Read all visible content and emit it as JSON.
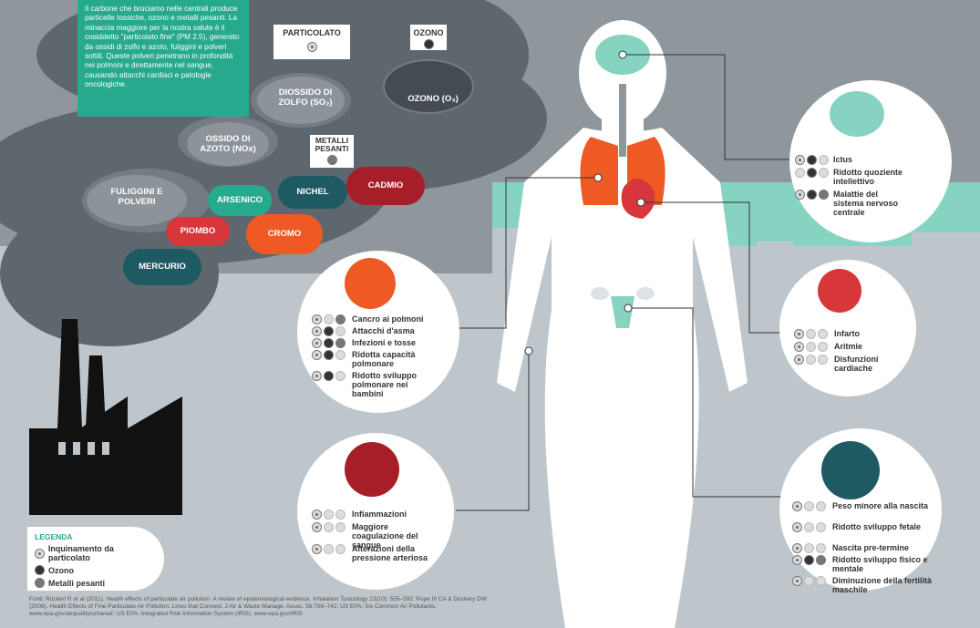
{
  "intro_text": "Il carbone che bruciamo nelle centrali produce particelle tossiche, ozono e metalli pesanti. La minaccia maggiore per la nostra salute è il cosiddetto \"particolato fine\" (PM 2.5), generato da ossidi di zolfo e azoto, fuliggini e polveri sottili. Queste polveri penetrano in profondità nei polmoni e direttamente nel sangue, causando attacchi cardiaci e patologie oncologiche.",
  "signs": {
    "particolato": "PARTICOLATO",
    "ozono": "OZONO",
    "metalli": "METALLI PESANTI"
  },
  "clouds": {
    "diossido": "DIOSSIDO DI ZOLFO (SO₂)",
    "ozono_cloud": "OZONO (O₃)",
    "ossido": "OSSIDO DI AZOTO (NOx)",
    "fuliggini": "FULIGGINI E POLVERI",
    "arsenico": "ARSENICO",
    "nichel": "NICHEL",
    "cadmio": "CADMIO",
    "piombo": "PIOMBO",
    "cromo": "CROMO",
    "mercurio": "MERCURIO"
  },
  "colors": {
    "teal": "#27a98e",
    "red": "#d7363a",
    "darkred": "#a61e28",
    "orange": "#ef5a24",
    "darkteal": "#1e5a62"
  },
  "brain_effects": [
    {
      "text": "Ictus",
      "icons": [
        "p",
        "o",
        "x"
      ]
    },
    {
      "text": "Ridotto quoziente intellettivo",
      "icons": [
        "x",
        "o",
        "x"
      ]
    },
    {
      "text": "Malattie del sistema nervoso centrale",
      "icons": [
        "p",
        "o",
        "m"
      ]
    }
  ],
  "lung_effects": [
    {
      "text": "Cancro ai polmoni",
      "icons": [
        "p",
        "x",
        "m"
      ]
    },
    {
      "text": "Attacchi d'asma",
      "icons": [
        "p",
        "o",
        "x"
      ]
    },
    {
      "text": "Infezioni e tosse",
      "icons": [
        "p",
        "o",
        "m"
      ]
    },
    {
      "text": "Ridotta capacità polmonare",
      "icons": [
        "p",
        "o",
        "x"
      ]
    },
    {
      "text": "Ridotto sviluppo polmonare nei bambini",
      "icons": [
        "p",
        "o",
        "x"
      ]
    }
  ],
  "heart_effects": [
    {
      "text": "Infarto",
      "icons": [
        "p",
        "x",
        "x"
      ]
    },
    {
      "text": "Aritmie",
      "icons": [
        "p",
        "x",
        "x"
      ]
    },
    {
      "text": "Disfunzioni cardiache",
      "icons": [
        "p",
        "x",
        "x"
      ]
    }
  ],
  "blood_effects": [
    {
      "text": "Infiammazioni",
      "icons": [
        "p",
        "x",
        "x"
      ]
    },
    {
      "text": "Maggiore coagulazione del sangue",
      "icons": [
        "p",
        "x",
        "x"
      ]
    },
    {
      "text": "Alterazioni della pressione arteriosa",
      "icons": [
        "p",
        "x",
        "x"
      ]
    }
  ],
  "baby_effects": [
    {
      "text": "Peso minore alla nascita",
      "icons": [
        "p",
        "x",
        "x"
      ]
    },
    {
      "text": "Ridotto sviluppo fetale",
      "icons": [
        "p",
        "x",
        "x"
      ]
    },
    {
      "text": "Nascita pre-termine",
      "icons": [
        "p",
        "x",
        "x"
      ]
    },
    {
      "text": "Ridotto sviluppo fisico e mentale",
      "icons": [
        "p",
        "o",
        "m"
      ]
    },
    {
      "text": "Diminuzione della fertilità maschile",
      "icons": [
        "p",
        "x",
        "x"
      ]
    }
  ],
  "legend": {
    "title": "LEGENDA",
    "items": [
      {
        "icon": "p",
        "text": "Inquinamento da particolato"
      },
      {
        "icon": "o",
        "text": "Ozono"
      },
      {
        "icon": "m",
        "text": "Metalli pesanti"
      }
    ]
  },
  "sources": "Fonti: Rückerl R et al (2011). Health effects of particulate air pollution: A review of epidemiological evidence. Inhalation Toxicology 23(10): 555–592; Pope III CA & Dockery DW (2006). Health Effects of Fine Particulate Air Pollution: Lines that Connect. J Air & Waste Manage. Assoc. 56:709–742; US EPA: Six Common Air Pollutants. www.epa.gov/airquality/urbanair; US EPA: Integrated Risk Information System (IRIS). www.epa.gov/IRIS"
}
